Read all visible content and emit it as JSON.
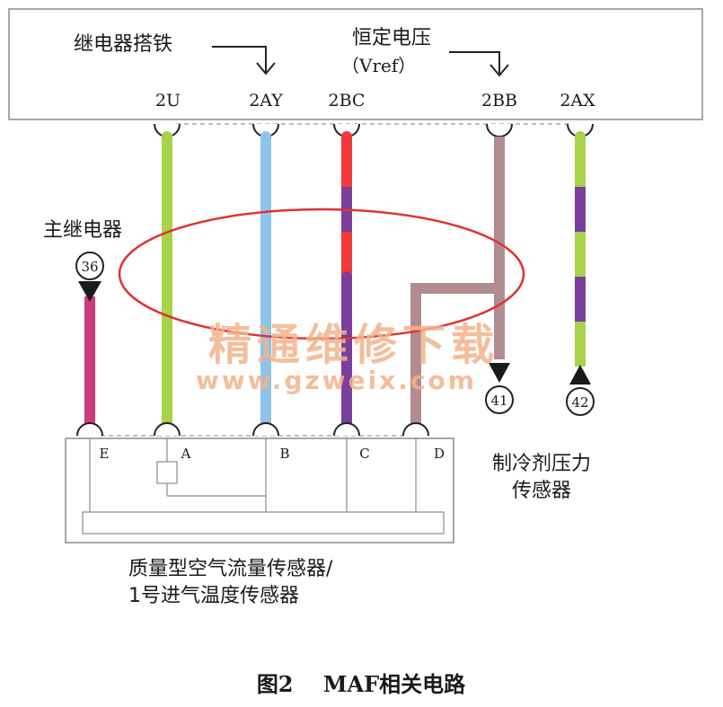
{
  "ecm": {
    "relay_ground_label": "继电器搭铁",
    "vref_label": "恒定电压",
    "vref_sub": "（Vref）",
    "pins": [
      "2U",
      "2AY",
      "2BC",
      "2BB",
      "2AX"
    ]
  },
  "main_relay_label": "主继电器",
  "connectors": {
    "main_relay": "36",
    "c41": "41",
    "c42": "42"
  },
  "sensor": {
    "pins": [
      "E",
      "A",
      "B",
      "C",
      "D"
    ],
    "label_line1": "质量型空气流量传感器/",
    "label_line2": "1号进气温度传感器"
  },
  "pressure_sensor": {
    "line1": "制冷剂压力",
    "line2": "传感器"
  },
  "watermark": {
    "cn": "精通维修下载",
    "url": "www.gzweix.com"
  },
  "caption": "图2    MAF相关电路",
  "colors": {
    "wire_2u": "#a7d24a",
    "wire_2ay": "#8ec3ea",
    "wire_2bc_red": "#f03a3a",
    "wire_2bc_purple": "#7a3f9a",
    "wire_2bb": "#b08c90",
    "wire_2ax_green": "#a7d24a",
    "wire_2ax_purple": "#7a3f9a",
    "wire_relay": "#cc3c7c",
    "highlight_ellipse": "#e23030",
    "watermark": "#f2b38a"
  }
}
